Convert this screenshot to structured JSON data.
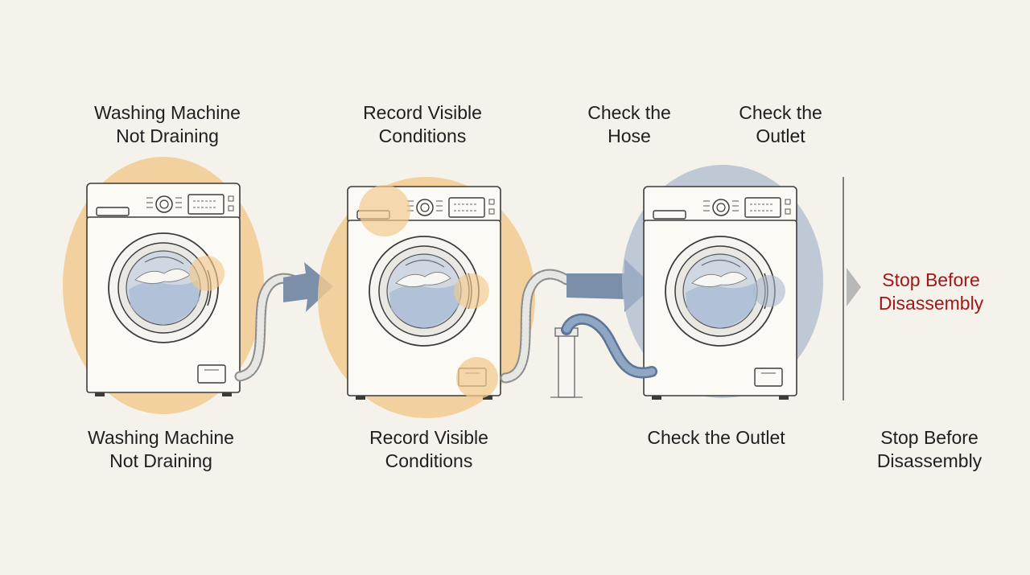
{
  "colors": {
    "background": "#f4f2ea",
    "highlight_orange": "#f2c98e",
    "highlight_blue": "#aab9cf",
    "arrow": "#7b8fa8",
    "stop_text": "#a21818",
    "text": "#1f1f1f"
  },
  "steps": {
    "step1": {
      "top": [
        "Washing Machine",
        "Not Draining"
      ],
      "bottom": [
        "Washing Machine",
        "Not Draining"
      ]
    },
    "step2": {
      "top": [
        "Record Visible",
        "Conditions"
      ],
      "bottom": [
        "Record Visible",
        "Conditions"
      ]
    },
    "step3": {
      "top_hose": [
        "Check the",
        "Hose"
      ],
      "top_outlet": [
        "Check the",
        "Outlet"
      ],
      "bottom": [
        "Check the Outlet"
      ]
    },
    "step4": {
      "middle": [
        "Stop Before",
        "Disassembly"
      ],
      "bottom": [
        "Stop Before",
        "Disassembly"
      ]
    }
  },
  "icons": [
    "washing-machine-icon",
    "drain-hose-icon",
    "drain-outlet-pipe-icon",
    "flow-arrow-icon",
    "chevron-right-icon"
  ]
}
